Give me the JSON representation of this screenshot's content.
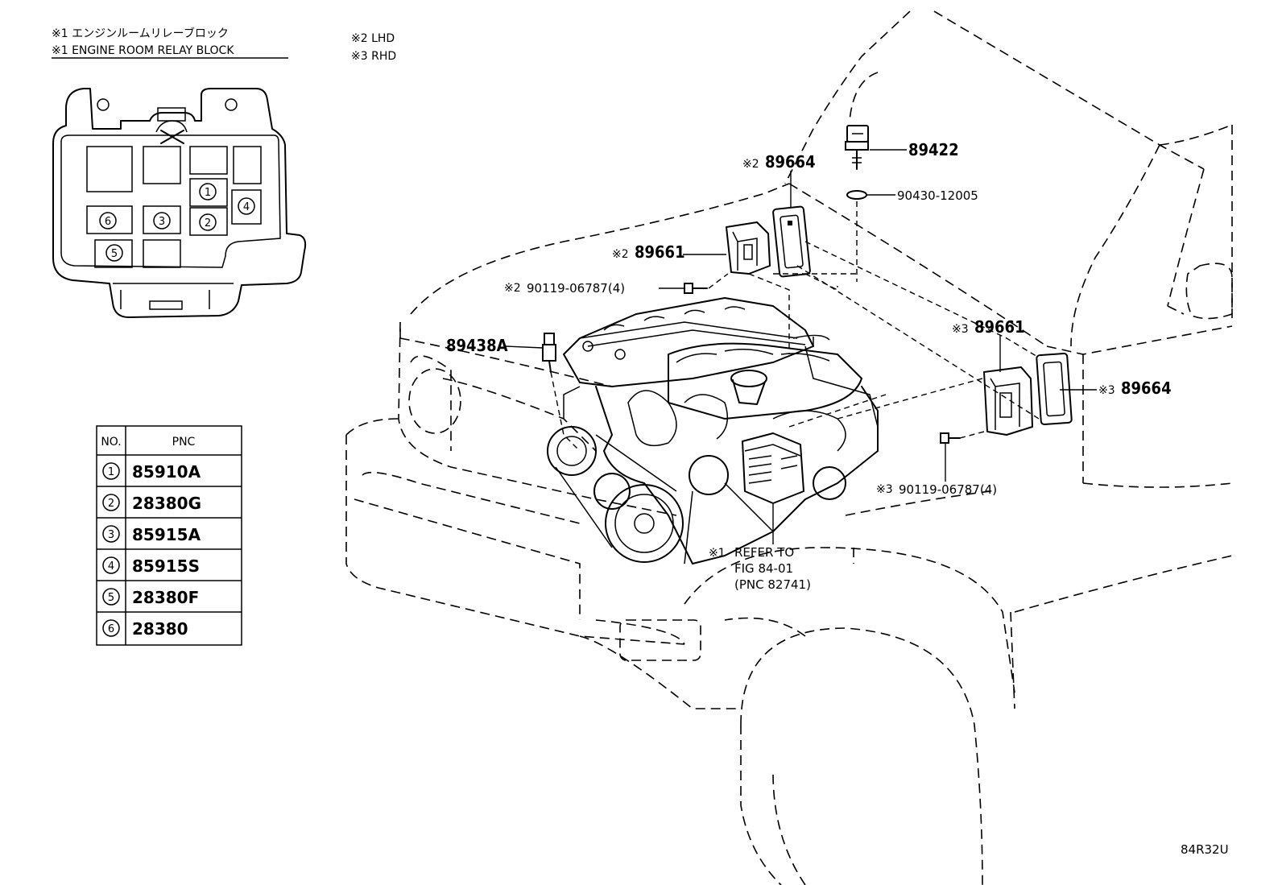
{
  "headers": {
    "relay_block_jp": "※1 エンジンルームリレーブロック",
    "relay_block_en": "※1 ENGINE ROOM RELAY BLOCK",
    "lhd": "※2 LHD",
    "rhd": "※3 RHD"
  },
  "relay_slots": [
    "1",
    "2",
    "3",
    "4",
    "5",
    "6"
  ],
  "table": {
    "col_no": "NO.",
    "col_pnc": "PNC",
    "rows": [
      {
        "no": "1",
        "pnc": "85910A"
      },
      {
        "no": "2",
        "pnc": "28380G"
      },
      {
        "no": "3",
        "pnc": "85915A"
      },
      {
        "no": "4",
        "pnc": "85915S"
      },
      {
        "no": "5",
        "pnc": "28380F"
      },
      {
        "no": "6",
        "pnc": "28380"
      }
    ]
  },
  "callouts": {
    "p89422": "89422",
    "p90430": "90430-12005",
    "lhd_89664_mark": "※2",
    "lhd_89664": "89664",
    "lhd_89661_mark": "※2",
    "lhd_89661": "89661",
    "lhd_bolt_mark": "※2",
    "lhd_bolt": "90119-06787(4)",
    "p89438a": "89438A",
    "rhd_89661_mark": "※3",
    "rhd_89661": "89661",
    "rhd_89664_mark": "※3",
    "rhd_89664": "89664",
    "rhd_bolt_mark": "※3",
    "rhd_bolt": "90119-06787(4)",
    "refer_mark": "※1",
    "refer_line1": "REFER TO",
    "refer_line2": "FIG 84-01",
    "refer_line3": "(PNC 82741)"
  },
  "figure_code": "84R32U"
}
